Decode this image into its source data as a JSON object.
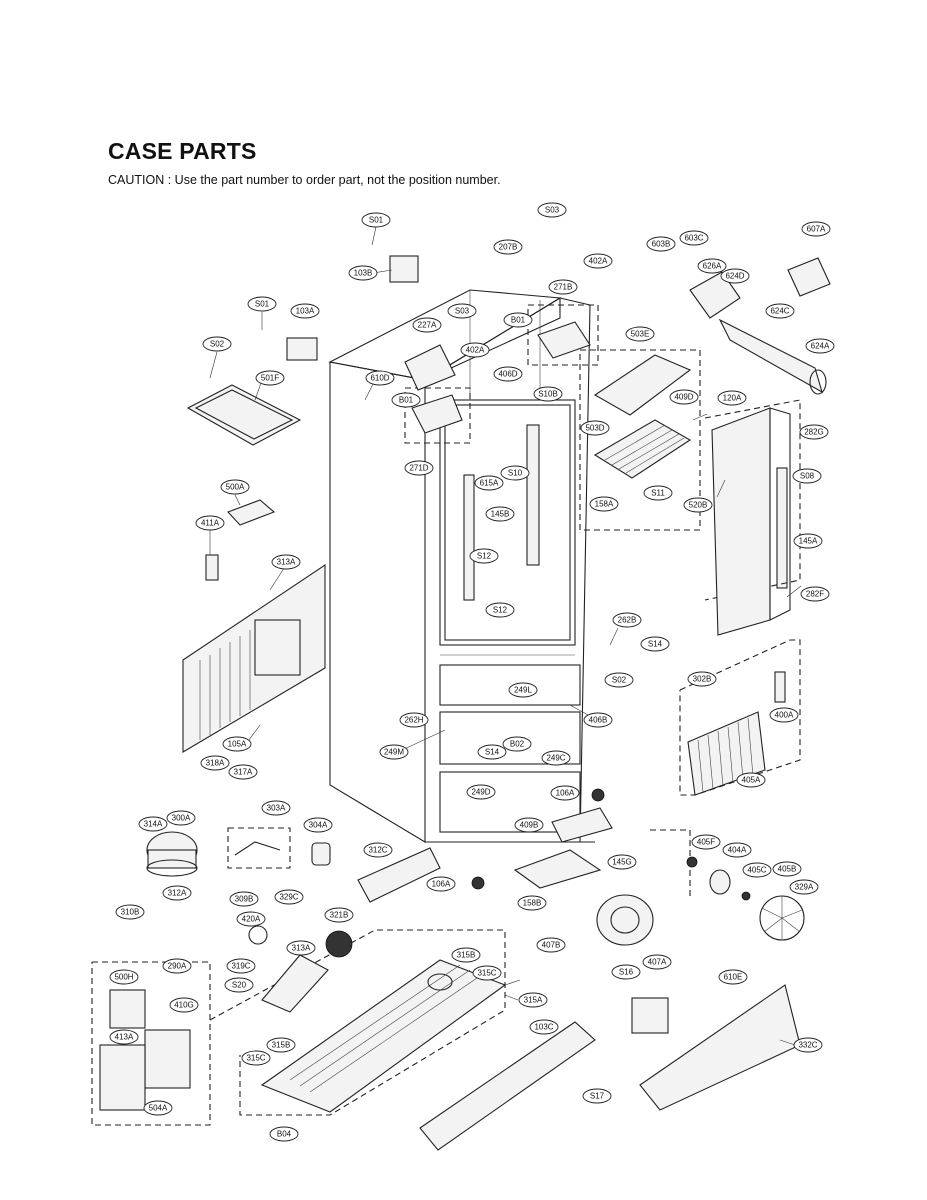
{
  "title": "CASE PARTS",
  "caution": "CAUTION : Use the part number to order part, not the position number.",
  "callouts": [
    "S01",
    "S03",
    "103B",
    "207B",
    "402A",
    "603B",
    "603C",
    "607A",
    "626A",
    "624D",
    "S01",
    "103A",
    "227A",
    "S03",
    "402A",
    "271B",
    "B01",
    "503E",
    "624C",
    "624A",
    "S02",
    "501F",
    "610D",
    "B01",
    "406D",
    "S10B",
    "409D",
    "503D",
    "120A",
    "282G",
    "271D",
    "S10",
    "615A",
    "158A",
    "S11",
    "520B",
    "S08",
    "145A",
    "500A",
    "145B",
    "411A",
    "S12",
    "S12",
    "313A",
    "282F",
    "262B",
    "S14",
    "S02",
    "249L",
    "302B",
    "400A",
    "105A",
    "262H",
    "249M",
    "S14",
    "B02",
    "406B",
    "249C",
    "405A",
    "318A",
    "317A",
    "249D",
    "106A",
    "409B",
    "405F",
    "404A",
    "405C",
    "405B",
    "329A",
    "314A",
    "300A",
    "303A",
    "304A",
    "312C",
    "145G",
    "312A",
    "106A",
    "158B",
    "309B",
    "329C",
    "310B",
    "420A",
    "321B",
    "407B",
    "319C",
    "313A",
    "S20",
    "315B",
    "315C",
    "290A",
    "500H",
    "410G",
    "413A",
    "315A",
    "S16",
    "407A",
    "610E",
    "103C",
    "332C",
    "315B",
    "315C",
    "504A",
    "S17",
    "B04"
  ]
}
